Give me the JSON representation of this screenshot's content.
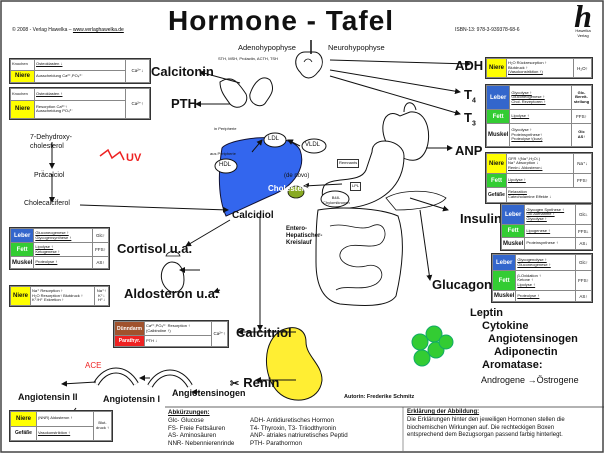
{
  "header": {
    "copyright": "© 2008 - Verlag Hawelka – ",
    "url": "www.verlaghawelka.de",
    "title": "Hormone  -  Tafel",
    "isbn": "ISBN-13: 978-3-939378-68-6",
    "logo_letter": "h",
    "logo_line1": "Hawelka",
    "logo_line2": "Verlag"
  },
  "pituitary": {
    "adeno": "Adenohypophyse",
    "neuro": "Neurohypophyse",
    "hormones": "STH, MSH, Prolactin, ACTH, TSH"
  },
  "hormones": {
    "calcitonin": "Calcitonin",
    "pth": "PTH",
    "adh": "ADH",
    "t4": "T",
    "t4_sub": "4",
    "t3": "T",
    "t3_sub": "3",
    "anp": "ANP",
    "insulin": "Insulin",
    "glucagon": "Glucagon",
    "cortisol": "Cortisol u.a.",
    "aldosteron": "Aldosteron u.a.",
    "calcitriol": "Calcitriol",
    "renin": "Renin",
    "angiotensinogen": "Angiotensinogen",
    "angiotensin2": "Angiotensin II",
    "angiotensin1": "Angiotensin I",
    "ace": "ACE",
    "uv": "UV",
    "calcidiol": "Calcidiol",
    "cholesterin": "Cholesterin",
    "denovo": "(de novo)"
  },
  "adipose": {
    "leptin": "Leptin",
    "cytokine": "Cytokine",
    "angiotensinogen": "Angiotensinogen",
    "adiponectin": "Adiponectin",
    "aromatase": "Aromatase:",
    "androgene": "Androgene",
    "arrow": "→",
    "ostrogene": "Östrogene"
  },
  "vitd": {
    "dehydro": "7-Dehydroxy-",
    "dehydro2": "cholesterol",
    "praecalciol": "Prä̈calciol",
    "cholecalciferol": "Cholecalciferol"
  },
  "lipids": {
    "ldl": "LDL",
    "vldl": "VLDL",
    "hdl": "HDL",
    "peripherie1": "in Peripherie",
    "peripherie2": "aus Peripherie",
    "remnants": "Remnants",
    "lpl": "LPL",
    "b48": "B48-Chylomikronen",
    "entero1": "Entero-",
    "entero2": "Hepatischer-",
    "entero3": "Kreislauf"
  },
  "tables": {
    "calcitonin": {
      "r1_organ": "Knochen",
      "r1_text": "Osteoklasten ↓",
      "r2_organ": "Niere",
      "r2_text": "Ausscheidung Ca²⁺,PO₄³⁻",
      "sign": "Ca²⁺↓"
    },
    "pth": {
      "r1_organ": "Knochen",
      "r1_text": "Osteoklasten ↑",
      "r2_organ": "Niere",
      "r2_text_a": "Resorption Ca²⁺↑",
      "r2_text_b": "Ausscheidung PO₄³⁻",
      "sign": "Ca²⁺↑"
    },
    "adh": {
      "organ": "Niere",
      "text_a": "H₂O Rückresorption ↑",
      "text_b": "Blutdruck ↑",
      "text_c": "(Vasokonstriktion ↑)",
      "sign": "H₂O↑"
    },
    "thyroid": {
      "r1_organ": "Leber",
      "r1_a": "Glycolyse ↑",
      "r1_b": "Gluconeogenese ↑",
      "r1_c": "Chol. Rezeptoren ↑",
      "r1_sign_a": "Glc-",
      "r1_sign_b": "Bereit-",
      "r1_sign_c": "stellung",
      "r2_organ": "Fett",
      "r2_text": "Lipolyse ↑",
      "r2_sign": "FFS↑",
      "r3_organ": "Muskel",
      "r3_a": "Glycolyse ↑",
      "r3_b": "Proteinsynthese↑",
      "r3_c": "Proteolyse↑(kurz)",
      "r3_sign_a": "Glc",
      "r3_sign_b": "AS↑"
    },
    "anp": {
      "r1_organ": "Niere",
      "r1_a": "GFR ↑(Na⁺,H₂O↓)",
      "r1_b": "Na⁺ Absorption ↓",
      "r1_c": "Renin↓ Aldosteron↓",
      "r1_sign": "Na⁺↓",
      "r2_organ": "Fett",
      "r2_text": "Lipolyse ↑",
      "r2_sign": "FFS↑",
      "r3_organ": "Gefäße",
      "r3_a": "Relaxation",
      "r3_b": "Catecholamine Effekte ↓"
    },
    "insulin": {
      "r1_organ": "Leber",
      "r1_a": "Glycogen Synthese ↑",
      "r1_b": "Glc Aufnahme ↑",
      "r1_c": "Glycolyse ↑",
      "r1_sign": "Glc↓",
      "r2_organ": "Fett",
      "r2_text": "Lipogenese ↑",
      "r2_sign": "FFS↓",
      "r3_organ": "Muskel",
      "r3_text": "Proteinsynthese ↑",
      "r3_sign": "AS↓"
    },
    "glucagon": {
      "r1_organ": "Leber",
      "r1_a": "Glycogenolyse ↑",
      "r1_b": "Gluconeogenese ↑",
      "r1_sign": "Glc↑",
      "r2_organ": "Fett",
      "r2_a": "β-Oxidation ↑",
      "r2_b": "Ketone ↑",
      "r2_c": "Lipolyse ↑",
      "r2_sign": "FFS↑",
      "r3_organ": "Muskel",
      "r3_text": "Proteolyse ↑",
      "r3_sign": "AS↑"
    },
    "cortisol": {
      "r1_organ": "Leber",
      "r1_a": "Gluconeogenese ↑",
      "r1_b": "Glycogensynthese ↑",
      "r1_sign": "Glc↑",
      "r2_organ": "Fett",
      "r2_a": "Lipolyse ↑",
      "r2_b": "Ketogenese ↑",
      "r2_sign": "FFS↑",
      "r3_organ": "Muskel",
      "r3_text": "Proteolyse ↑",
      "r3_sign": "AS↑"
    },
    "aldosteron": {
      "organ": "Niere",
      "text_a": "Na⁺ Resorption ↑",
      "text_b": "H₂O Resorption↑ Blutdruck ↑",
      "text_c": "K⁺/H⁺ Exkretion ↑",
      "sign_a": "Na⁺↑",
      "sign_b": "K⁺↓",
      "sign_c": "H⁺↓"
    },
    "calcitriol": {
      "r1_organ": "Dünndarm",
      "r1_a": "Ca²⁺,PO₄³⁻ Resorption ↑",
      "r1_b": "(Calbindine ↑)",
      "r1_sign": "Ca²⁺↑",
      "r2_organ": "Parathyr.",
      "r2_text": "PTH ↓"
    },
    "angiotensin": {
      "r1_organ": "Niere",
      "r1_text": "(NNR) Aldosteron ↑",
      "sign_a": "Blut-",
      "sign_b": "druck ↑",
      "r2_organ": "Gefäße",
      "r2_text": "Vasokonstriktion ↑"
    }
  },
  "author": "Autorin: Frederike Schmitz",
  "legend": {
    "title": "Abkürzungen:",
    "c1_1": "Glc-   Glucose",
    "c1_2": "FS-    Freie Fettsäuren",
    "c1_3": "AS-    Aminosäuren",
    "c1_4": "NNR- Nebennierenrinde",
    "c2_1": "ADH- Antidiuretisches Hormon",
    "c2_2": "T4-  Thyroxin, T3- Triiodthyronin",
    "c2_3": "ANP- atriales natriuretisches Peptid",
    "c2_4": "PTH- Parathormon"
  },
  "explain": {
    "title": "Erklärung der Abbildung:",
    "l1": "Die Erklärungen hinter den jeweiligen Hormonen stellen die",
    "l2": "biochemischen Wirkungen auf. Die rechteckigen Boxen",
    "l3": "entsprechend dem Bezugsorgan passend farbig hinterlegt."
  }
}
